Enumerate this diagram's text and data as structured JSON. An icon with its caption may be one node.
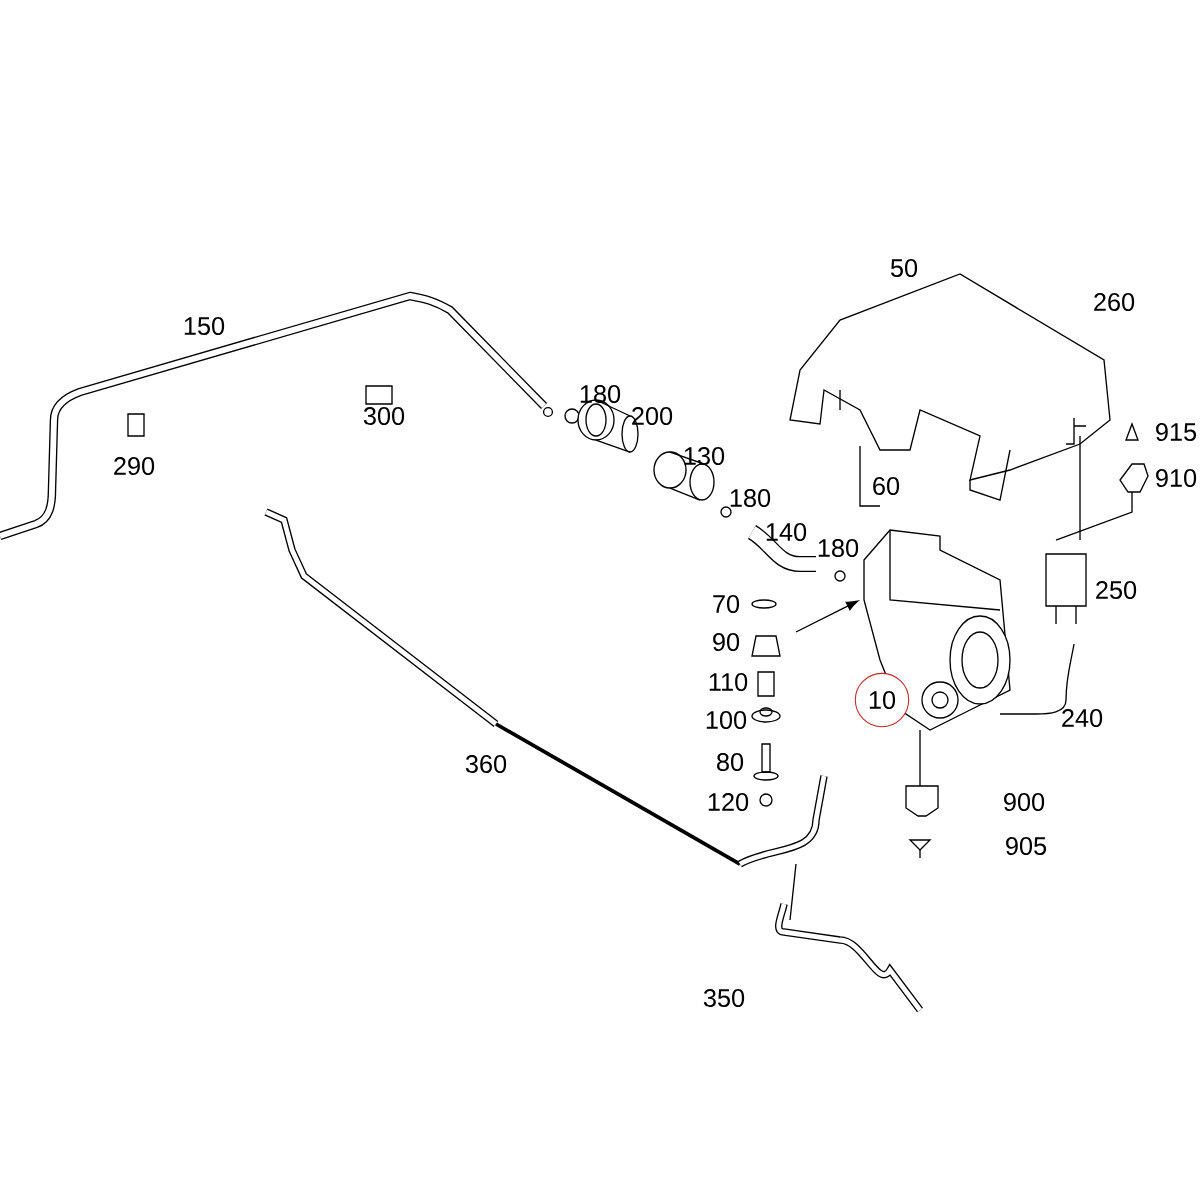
{
  "diagram": {
    "nodes": [
      {
        "text": [
          "10"
        ]
      }
    ],
    "labels": [
      "50",
      "260",
      "150",
      "180",
      "200",
      "300",
      "130",
      "915",
      "290",
      "60",
      "180",
      "910",
      "140",
      "180",
      "250",
      "70",
      "90",
      "110",
      "100",
      "80",
      "360",
      "240",
      "900",
      "120",
      "905",
      "350"
    ]
  }
}
